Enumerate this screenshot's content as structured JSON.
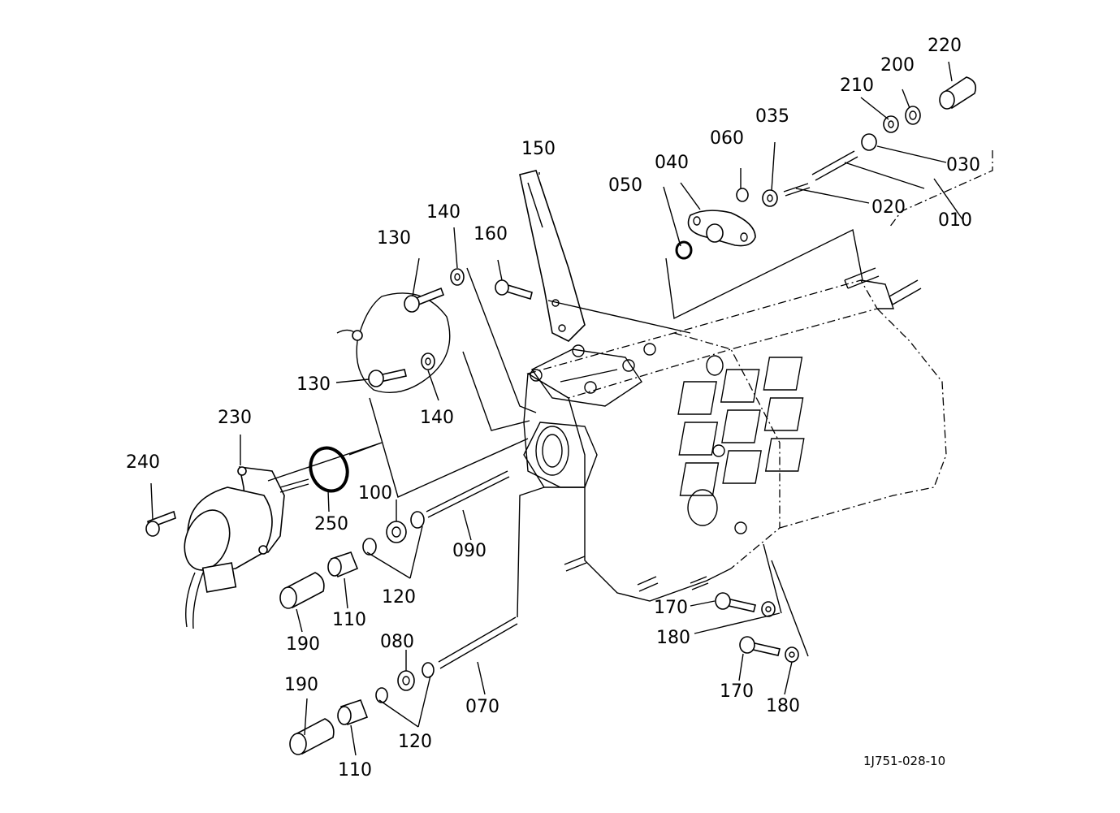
{
  "diagram": {
    "drawing_code": "1J751-028-10",
    "part_labels": {
      "p010": "010",
      "p020": "020",
      "p030": "030",
      "p035": "035",
      "p040": "040",
      "p050": "050",
      "p060": "060",
      "p070": "070",
      "p080": "080",
      "p090": "090",
      "p100": "100",
      "p110a": "110",
      "p110b": "110",
      "p120a": "120",
      "p120b": "120",
      "p130a": "130",
      "p130b": "130",
      "p140a": "140",
      "p140b": "140",
      "p150": "150",
      "p160": "160",
      "p170a": "170",
      "p170b": "170",
      "p180a": "180",
      "p180b": "180",
      "p190a": "190",
      "p190b": "190",
      "p200": "200",
      "p210": "210",
      "p220": "220",
      "p230": "230",
      "p240": "240",
      "p250": "250"
    }
  }
}
